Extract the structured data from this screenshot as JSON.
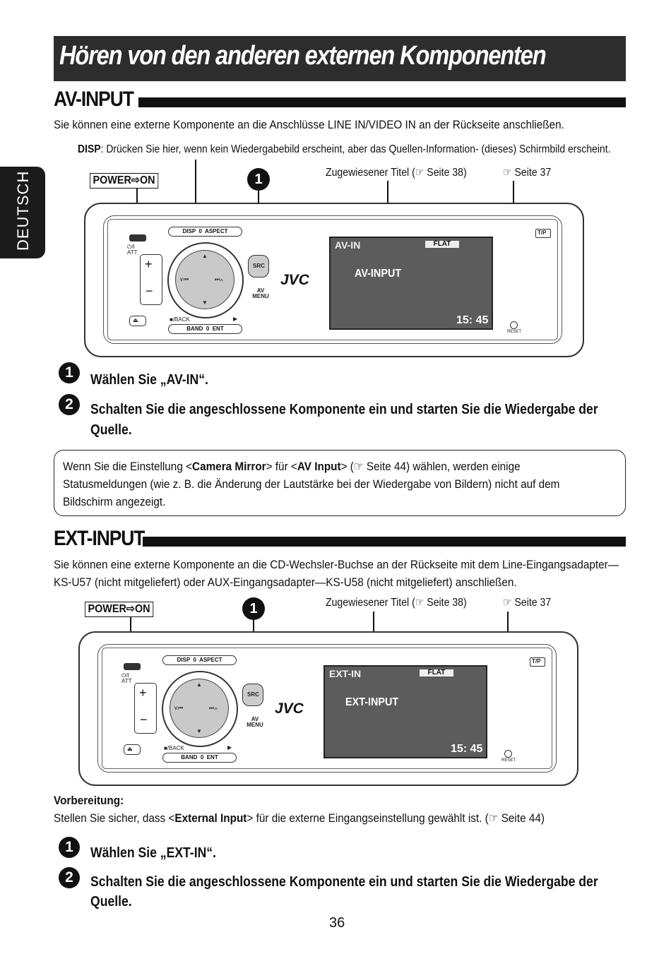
{
  "header": {
    "title": "Hören von den anderen externen Komponenten"
  },
  "side_tab": {
    "label": "DEUTSCH"
  },
  "av_section": {
    "heading": "AV-INPUT",
    "intro": "Sie können eine externe Komponente an die Anschlüsse LINE IN/VIDEO IN an der Rückseite anschließen.",
    "disp_label": "DISP",
    "disp_text": ": Drücken Sie hier, wenn kein Wiedergabebild erscheint, aber das Quellen-Information- (dieses) Schirmbild erscheint.",
    "callouts": {
      "power": "POWER⇨ON",
      "num": "1",
      "assigned_title": "Zugewiesener Titel (☞ Seite 38)",
      "page_ref": "☞ Seite 37"
    },
    "screen": {
      "source": "AV-IN",
      "eq": "FLAT",
      "center": "AV-INPUT",
      "clock": "15: 45"
    },
    "steps": [
      {
        "num": "1",
        "text": "Wählen Sie „AV-IN“."
      },
      {
        "num": "2",
        "text": "Schalten Sie die angeschlossene Komponente ein und starten Sie die Wiedergabe der",
        "text2": "Quelle."
      }
    ],
    "note": {
      "line1_a": "Wenn Sie die Einstellung <",
      "line1_b": "Camera Mirror",
      "line1_c": "> für <",
      "line1_d": "AV Input",
      "line1_e": "> (☞ Seite 44) wählen, werden einige",
      "line2": "Statusmeldungen (wie z. B. die Änderung der Lautstärke bei der Wiedergabe von Bildern) nicht auf dem",
      "line3": "Bildschirm angezeigt."
    }
  },
  "ext_section": {
    "heading": "EXT-INPUT",
    "intro1": "Sie können eine externe Komponente an die CD-Wechsler-Buchse an der Rückseite mit dem Line-Eingangsadapter—",
    "intro2": "KS-U57 (nicht mitgeliefert) oder AUX-Eingangsadapter—KS-U58 (nicht mitgeliefert) anschließen.",
    "callouts": {
      "power": "POWER⇨ON",
      "num": "1",
      "assigned_title": "Zugewiesener Titel (☞ Seite 38)",
      "page_ref": "☞ Seite 37"
    },
    "screen": {
      "source": "EXT-IN",
      "eq": "FLAT",
      "center": "EXT-INPUT",
      "clock": "15: 45"
    },
    "prep_title": "Vorbereitung:",
    "prep_a": "Stellen Sie sicher, dass <",
    "prep_b": "External Input",
    "prep_c": "> für die externe Eingangseinstellung gewählt ist. (☞ Seite 44)",
    "steps": [
      {
        "num": "1",
        "text": "Wählen Sie „EXT-IN“."
      },
      {
        "num": "2",
        "text": "Schalten Sie die angeschlossene Komponente ein und starten Sie die Wiedergabe der",
        "text2": "Quelle."
      }
    ]
  },
  "device_labels": {
    "disp": "DISP",
    "aspect": "ASPECT",
    "att": "⏻/I ATT",
    "src": "SRC",
    "av_menu": "AV MENU",
    "back": "■/BACK",
    "band": "BAND",
    "ent": "ENT",
    "tp": "T/P",
    "reset": "RESET",
    "brand": "JVC",
    "plus": "+",
    "minus": "−",
    "prev": "∨⏮",
    "next": "⏭∧",
    "up": "▲",
    "down": "▼",
    "play": "▶",
    "eject": "⏏"
  },
  "footer": {
    "page_number": "36"
  }
}
